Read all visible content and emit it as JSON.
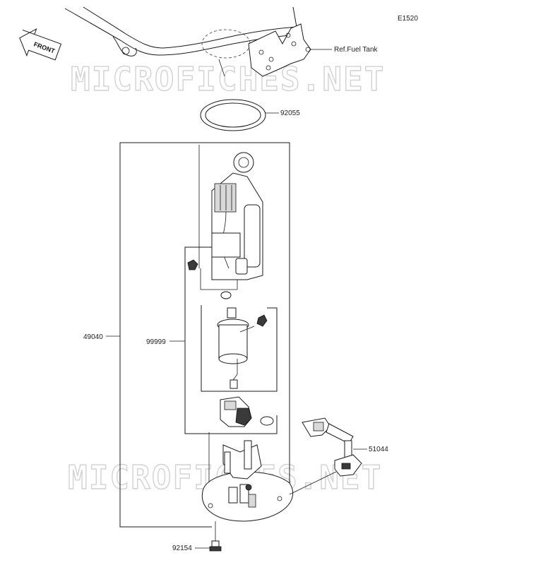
{
  "diagram_code": "E1520",
  "front_label": "FRONT",
  "watermark_text": "MICROFICHES.NET",
  "callouts": {
    "ref_fuel_tank": "Ref.Fuel Tank",
    "gasket": "92055",
    "pump_assy": "49040",
    "pump_sub": "99999",
    "connector": "51044",
    "bolt": "92154"
  }
}
